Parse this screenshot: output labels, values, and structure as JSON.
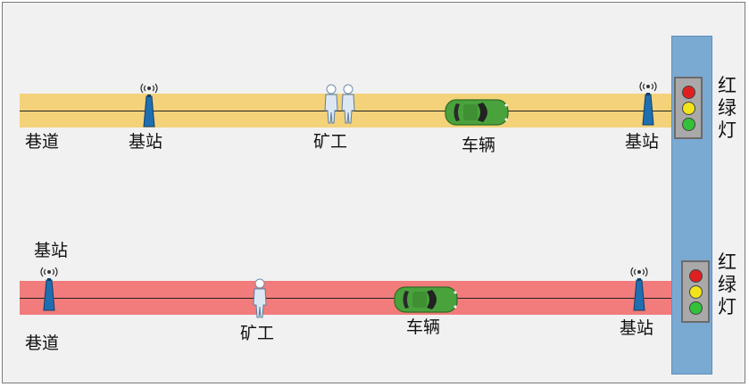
{
  "colors": {
    "lane_top": "#f3d27a",
    "lane_bottom": "#f27b7b",
    "cross_road": "#7aa9d2",
    "car": "#4aa23c",
    "station": "#1f6fb0",
    "light_red": "#e02020",
    "light_yellow": "#f2e31b",
    "light_green": "#33c13a"
  },
  "icons": [
    "base-station-icon",
    "miner-icon",
    "car-icon",
    "traffic-light-icon"
  ],
  "labels": {
    "tunnel": "巷道",
    "station": "基站",
    "miner": "矿工",
    "vehicle": "车辆",
    "traffic_light": "红绿灯"
  }
}
